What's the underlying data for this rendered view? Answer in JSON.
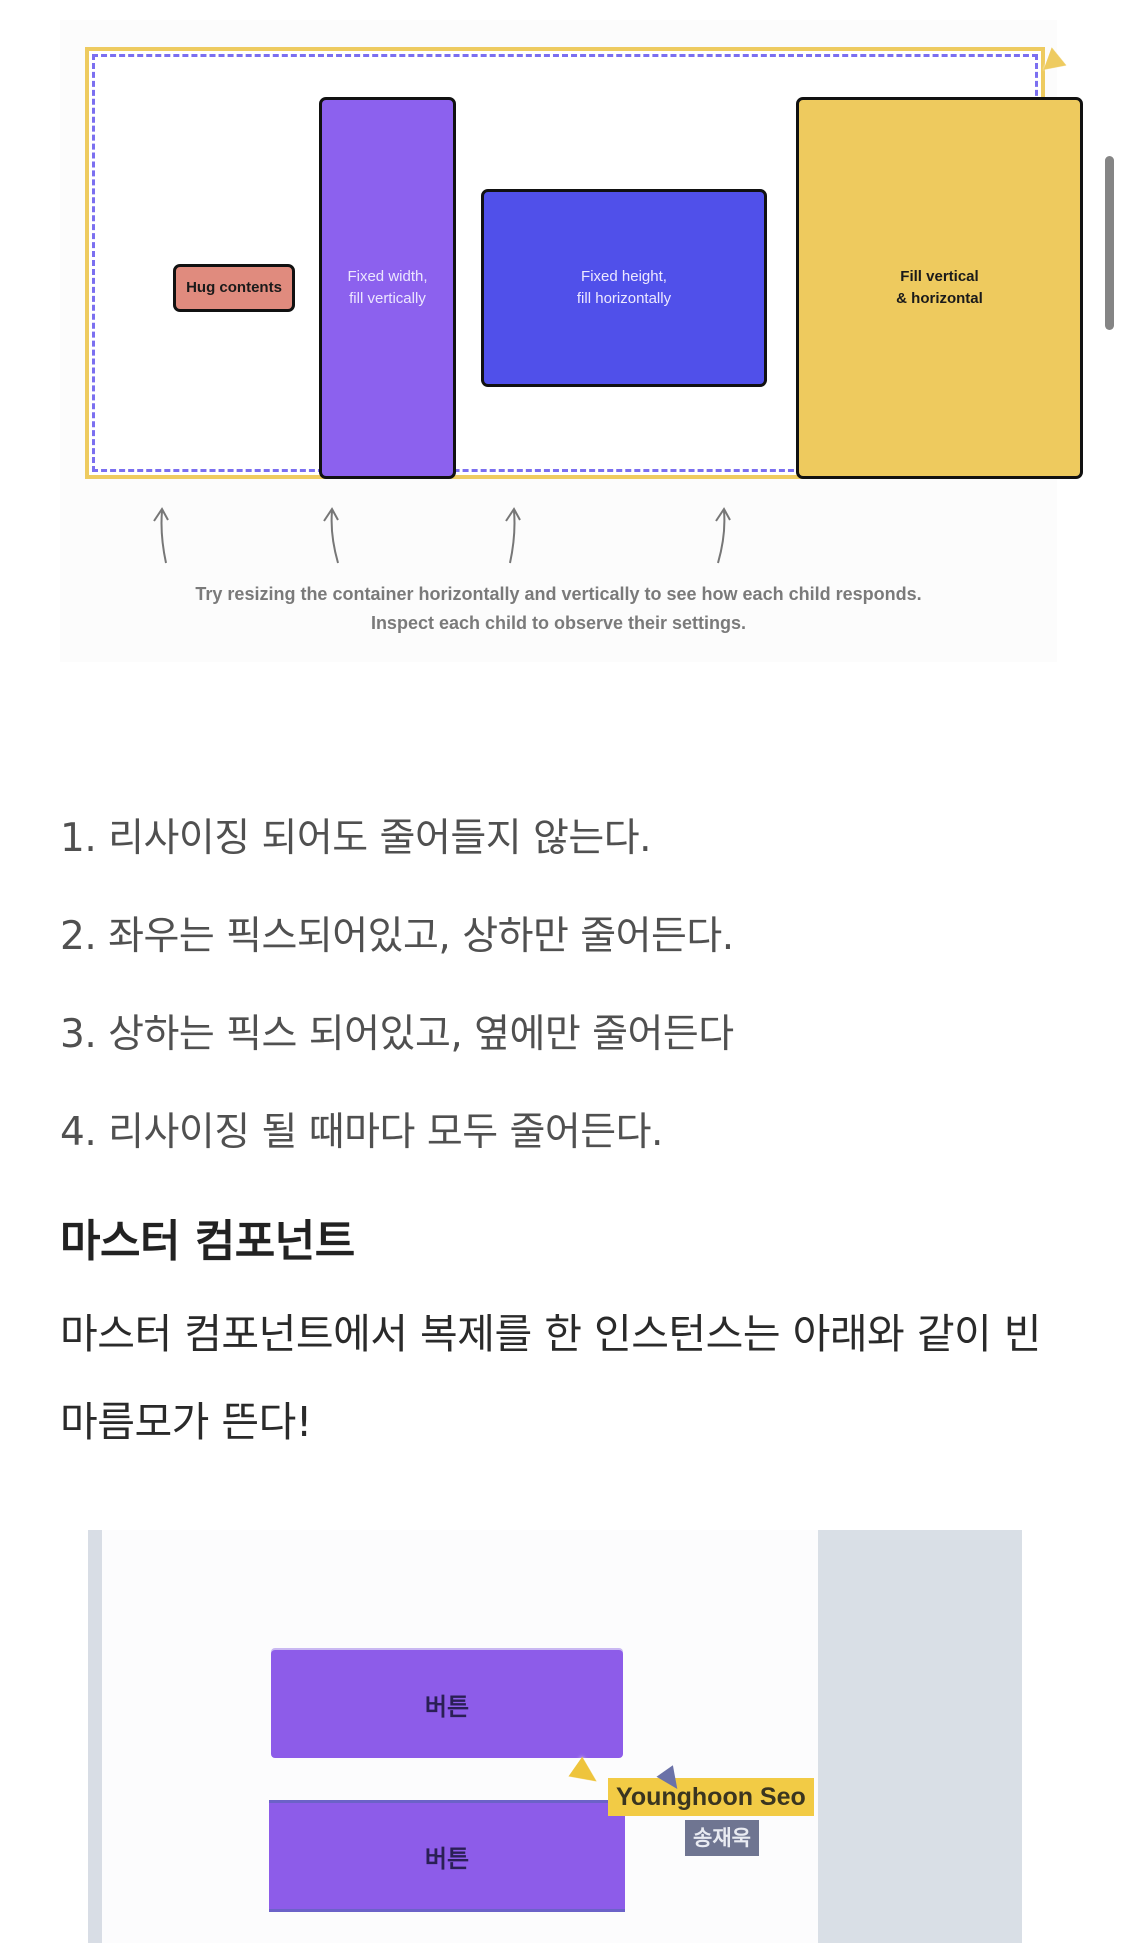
{
  "figure1": {
    "boxes": [
      {
        "label": "Hug contents",
        "color": "#e08b7e"
      },
      {
        "label": "Fixed width,\nfill vertically",
        "color": "#8c61ee"
      },
      {
        "label": "Fixed height,\nfill horizontally",
        "color": "#5050ea"
      },
      {
        "label": "Fill vertical\n& horizontal",
        "color": "#eeca5e"
      }
    ],
    "frame_border_color": "#eecb60",
    "frame_dash_color": "#7b6ff0",
    "caption_line1": "Try resizing the container horizontally and vertically to see how each child responds.",
    "caption_line2": "Inspect each child to observe their settings."
  },
  "list": {
    "items": [
      "1. 리사이징 되어도 줄어들지 않는다.",
      "2. 좌우는 픽스되어있고, 상하만 줄어든다.",
      "3. 상하는 픽스 되어있고, 옆에만 줄어든다",
      "4. 리사이징 될 때마다 모두 줄어든다."
    ]
  },
  "section": {
    "heading": "마스터 컴포넌트",
    "paragraph": "마스터 컴포넌트에서 복제를 한 인스턴스는 아래와 같이 빈 마름모가 뜬다!"
  },
  "figure2": {
    "button1_label": "버튼",
    "button2_label": "버튼",
    "cursor_tag_1": "Younghoon Seo",
    "cursor_tag_2": "송재욱"
  }
}
